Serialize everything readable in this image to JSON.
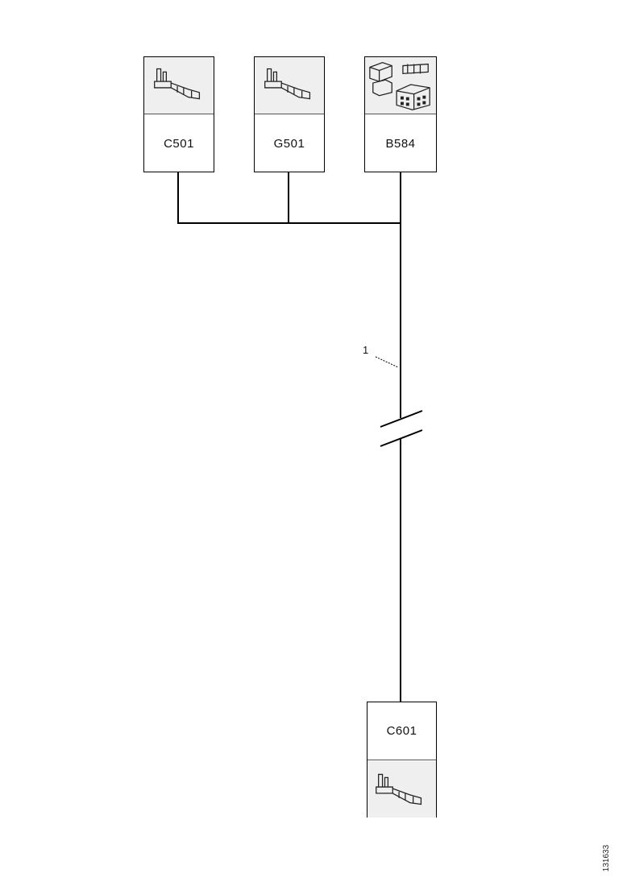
{
  "connectors": {
    "top_left": {
      "label": "C501",
      "icon": "terminal-icon"
    },
    "top_middle": {
      "label": "G501",
      "icon": "terminal-icon"
    },
    "top_right": {
      "label": "B584",
      "icon": "multi-pin-connector-icon"
    },
    "bottom": {
      "label": "C601",
      "icon": "terminal-icon"
    }
  },
  "callouts": {
    "wire_1": "1"
  },
  "figure_id": "131633",
  "colors": {
    "line": "#000000",
    "picture_bg": "#efefef"
  }
}
